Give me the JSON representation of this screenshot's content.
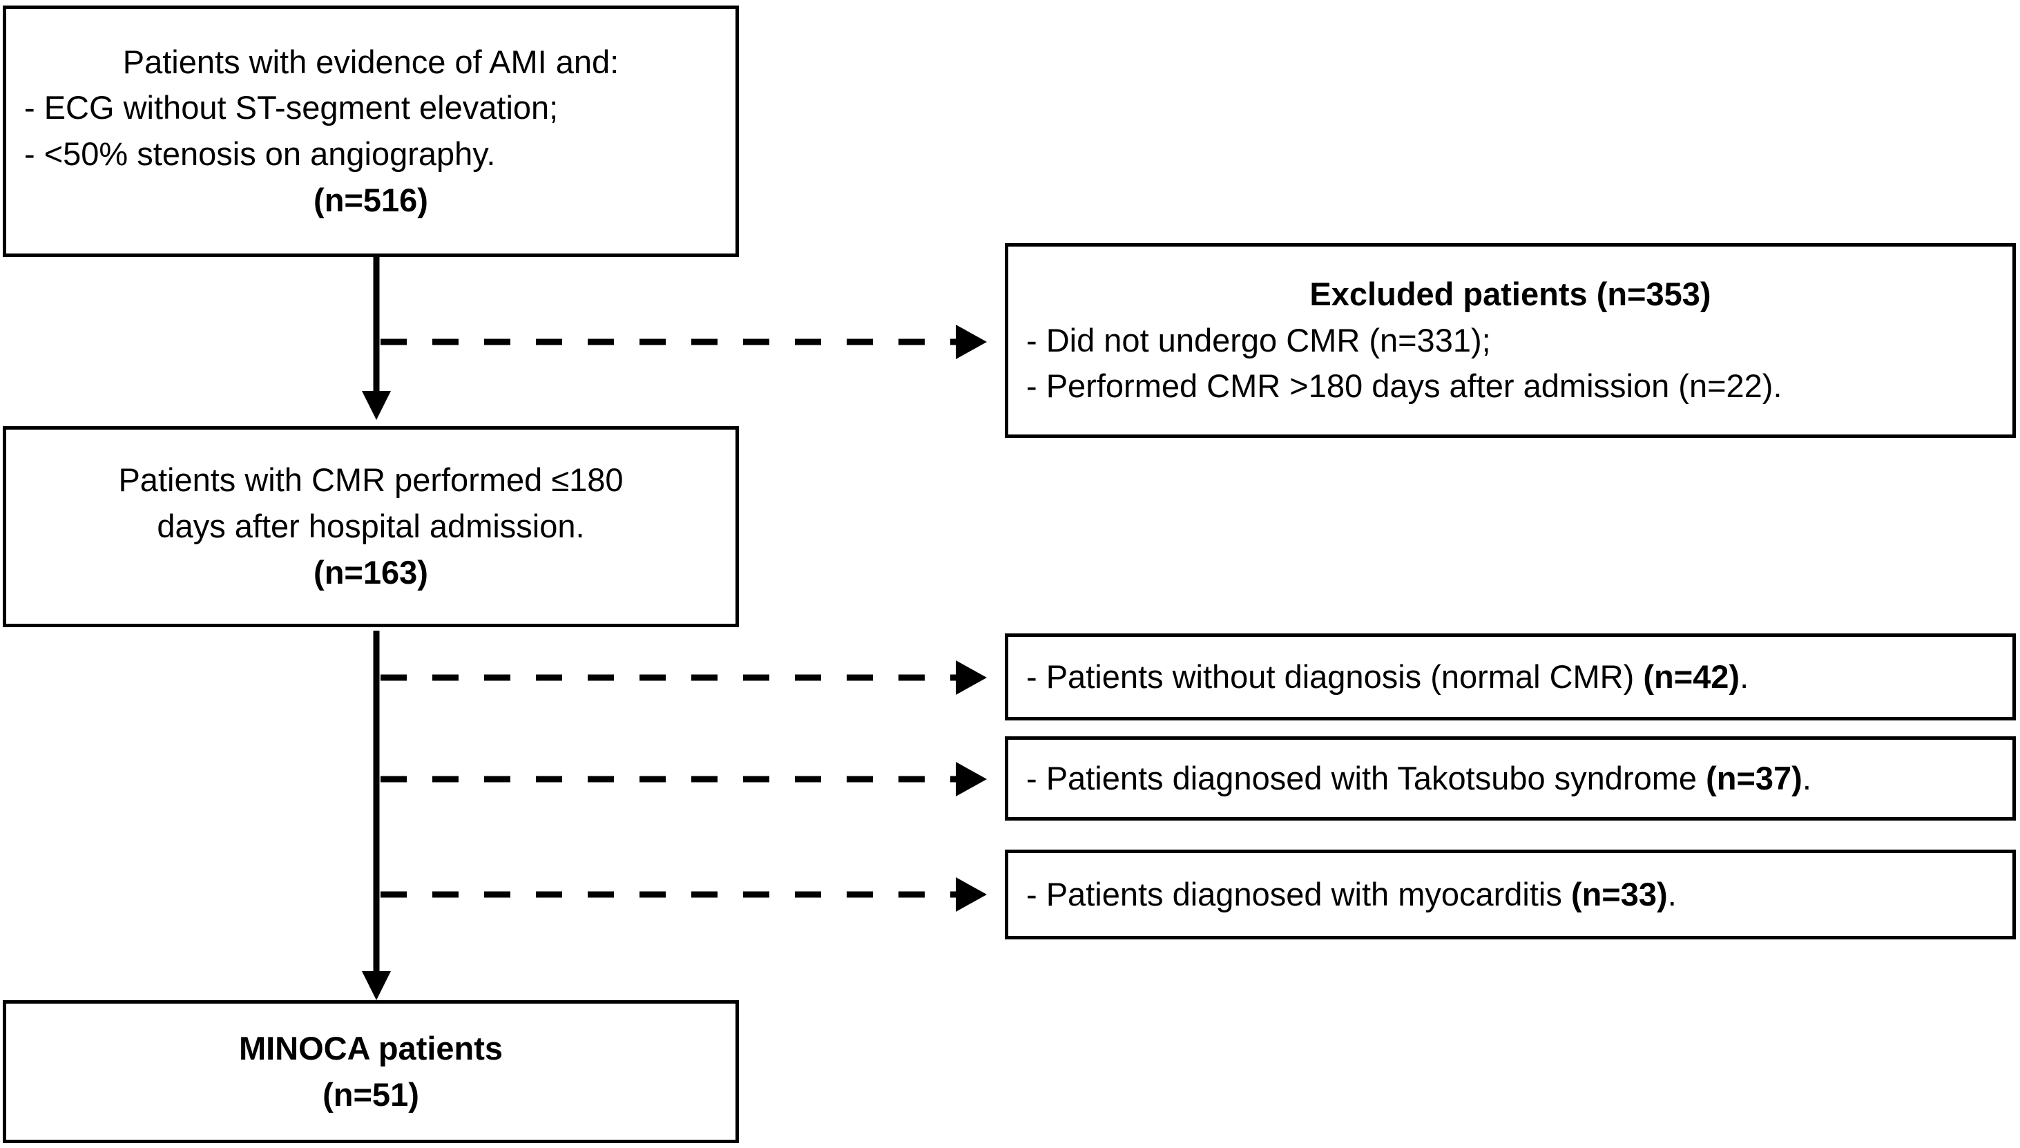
{
  "diagram": {
    "type": "patient-flow-diagram",
    "title": "MINOCA patient selection flowchart",
    "colors": {
      "stroke": "#000000",
      "background": "#ffffff",
      "text": "#000000"
    },
    "nodes": [
      {
        "id": "source-population",
        "lines": [
          {
            "text": "Patients with evidence of AMI and:",
            "align": "center",
            "bold": false
          },
          {
            "text": "- ECG without ST-segment elevation;",
            "align": "left",
            "bold": false
          },
          {
            "text": "- <50% stenosis on angiography.",
            "align": "left",
            "bold": false
          },
          {
            "text": "(n=516)",
            "align": "center",
            "bold": true
          }
        ],
        "count": 516
      },
      {
        "id": "excluded-patients",
        "lines": [
          {
            "text": "Excluded patients (n=353)",
            "align": "center",
            "bold": true
          },
          {
            "text": "- Did not undergo CMR (n=331);",
            "align": "left",
            "bold": false
          },
          {
            "text": "- Performed CMR >180 days after admission (n=22).",
            "align": "left",
            "bold": false
          }
        ],
        "count": 353
      },
      {
        "id": "cmr-within-180-days",
        "lines": [
          {
            "text": "Patients with CMR performed ≤180",
            "align": "center",
            "bold": false
          },
          {
            "text": "days after hospital admission.",
            "align": "center",
            "bold": false
          },
          {
            "text": "(n=163)",
            "align": "center",
            "bold": true
          }
        ],
        "count": 163
      },
      {
        "id": "excluded-normal-cmr",
        "lines": [
          {
            "text": "- Patients without diagnosis (normal CMR) ",
            "align": "left",
            "bold": false,
            "tail": "(n=42).",
            "tail_bold_prefix": "(n=42)"
          }
        ],
        "count": 42
      },
      {
        "id": "excluded-takotsubo",
        "lines": [
          {
            "text": "- Patients diagnosed with Takotsubo syndrome ",
            "align": "left",
            "bold": false,
            "tail": "(n=37).",
            "tail_bold_prefix": "(n=37)"
          }
        ],
        "count": 37
      },
      {
        "id": "excluded-myocarditis",
        "lines": [
          {
            "text": "- Patients diagnosed with myocarditis ",
            "align": "left",
            "bold": false,
            "tail": "(n=33).",
            "tail_bold_prefix": "(n=33)"
          }
        ],
        "count": 33
      },
      {
        "id": "minoca-patients",
        "lines": [
          {
            "text": "MINOCA patients",
            "align": "center",
            "bold": true
          },
          {
            "text": "(n=51)",
            "align": "center",
            "bold": true
          }
        ],
        "count": 51
      }
    ],
    "box1": {
      "line1": "Patients with evidence of AMI and:",
      "line2": "- ECG without ST-segment elevation;",
      "line3": "- <50% stenosis on angiography.",
      "line4": "(n=516)"
    },
    "box_excluded": {
      "line1": "Excluded patients (n=353)",
      "line2": "- Did not undergo CMR (n=331);",
      "line3": "- Performed CMR >180 days after admission (n=22)."
    },
    "box2": {
      "line1": "Patients with CMR performed ≤180",
      "line2": "days after hospital admission.",
      "line3": "(n=163)"
    },
    "box_normal": {
      "text": "- Patients without diagnosis (normal CMR) ",
      "count": "(n=42)",
      "period": "."
    },
    "box_takotsubo": {
      "text": "- Patients diagnosed with Takotsubo syndrome ",
      "count": "(n=37)",
      "period": "."
    },
    "box_myocarditis": {
      "text": "- Patients diagnosed with myocarditis ",
      "count": "(n=33)",
      "period": "."
    },
    "box_minoca": {
      "line1": "MINOCA patients",
      "line2": "(n=51)"
    },
    "connectors": [
      {
        "id": "main-flow-1",
        "style": "solid",
        "direction": "down",
        "from": "source-population",
        "to": "cmr-within-180-days"
      },
      {
        "id": "exclusion-branch-1",
        "style": "dashed",
        "direction": "right",
        "to": "excluded-patients"
      },
      {
        "id": "main-flow-2",
        "style": "solid",
        "direction": "down",
        "from": "cmr-within-180-days",
        "to": "minoca-patients"
      },
      {
        "id": "exclusion-branch-2",
        "style": "dashed",
        "direction": "right",
        "to": "excluded-normal-cmr"
      },
      {
        "id": "exclusion-branch-3",
        "style": "dashed",
        "direction": "right",
        "to": "excluded-takotsubo"
      },
      {
        "id": "exclusion-branch-4",
        "style": "dashed",
        "direction": "right",
        "to": "excluded-myocarditis"
      }
    ]
  }
}
